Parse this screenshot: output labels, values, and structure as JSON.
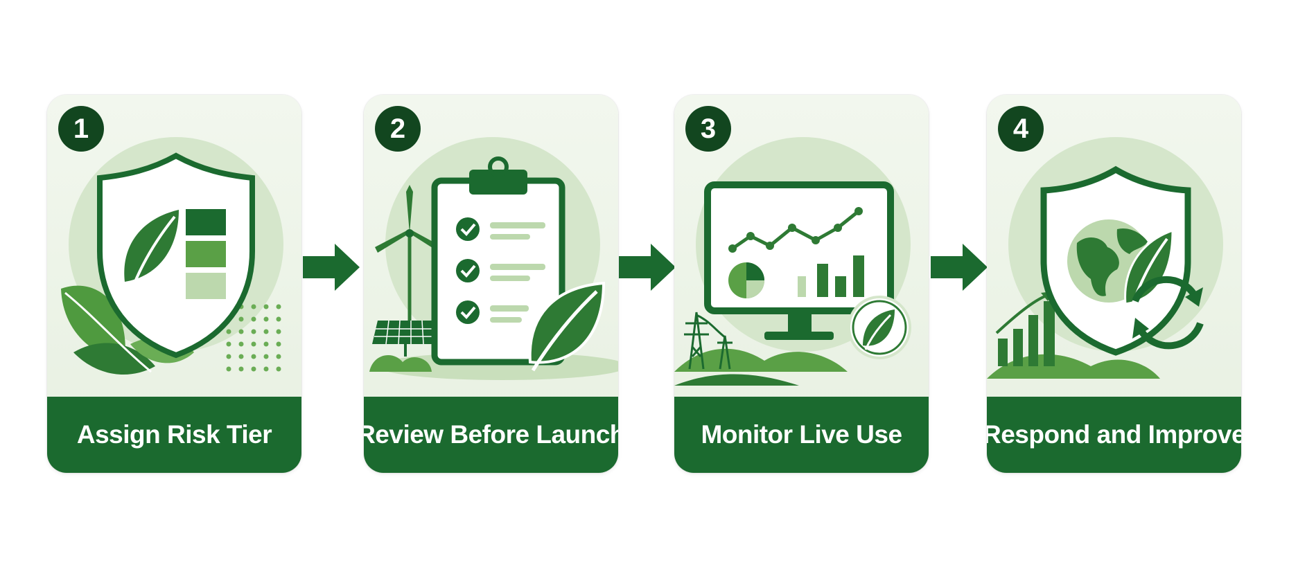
{
  "colors": {
    "dark_green": "#1b6a2f",
    "badge_green": "#12461f",
    "mid_green": "#5aa046",
    "light_green": "#bcd8ad",
    "card_bg": "#eef5ea"
  },
  "steps": [
    {
      "number": "1",
      "label": "Assign Risk Tier",
      "icon": "shield-leaf-icon"
    },
    {
      "number": "2",
      "label": "Review Before Launch",
      "icon": "clipboard-checklist-icon"
    },
    {
      "number": "3",
      "label": "Monitor Live Use",
      "icon": "monitor-chart-icon"
    },
    {
      "number": "4",
      "label": "Respond and Improve",
      "icon": "shield-globe-icon"
    }
  ]
}
